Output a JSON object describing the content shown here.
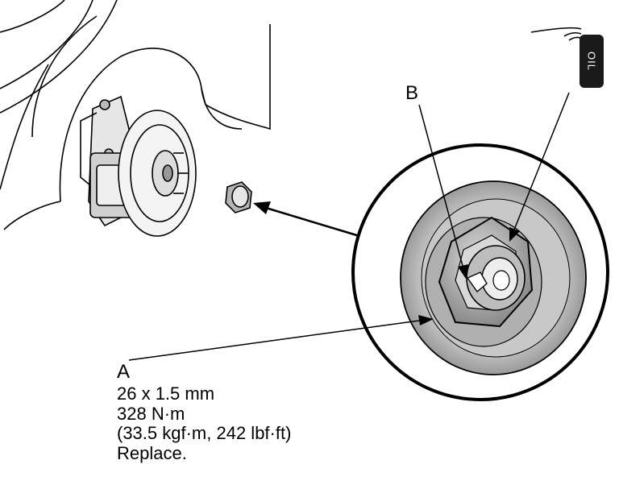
{
  "callouts": {
    "a": "A",
    "b": "B"
  },
  "spec": {
    "size": "26 x 1.5 mm",
    "torque_nm": "328 N·m",
    "torque_alt": "(33.5 kgf·m, 242 lbf·ft)",
    "note": "Replace."
  },
  "tag": {
    "text": "OIL"
  },
  "icons": [
    "hub-assembly-drawing",
    "spindle-nut-icon",
    "magnified-detail-circle",
    "oil-can-icon"
  ]
}
